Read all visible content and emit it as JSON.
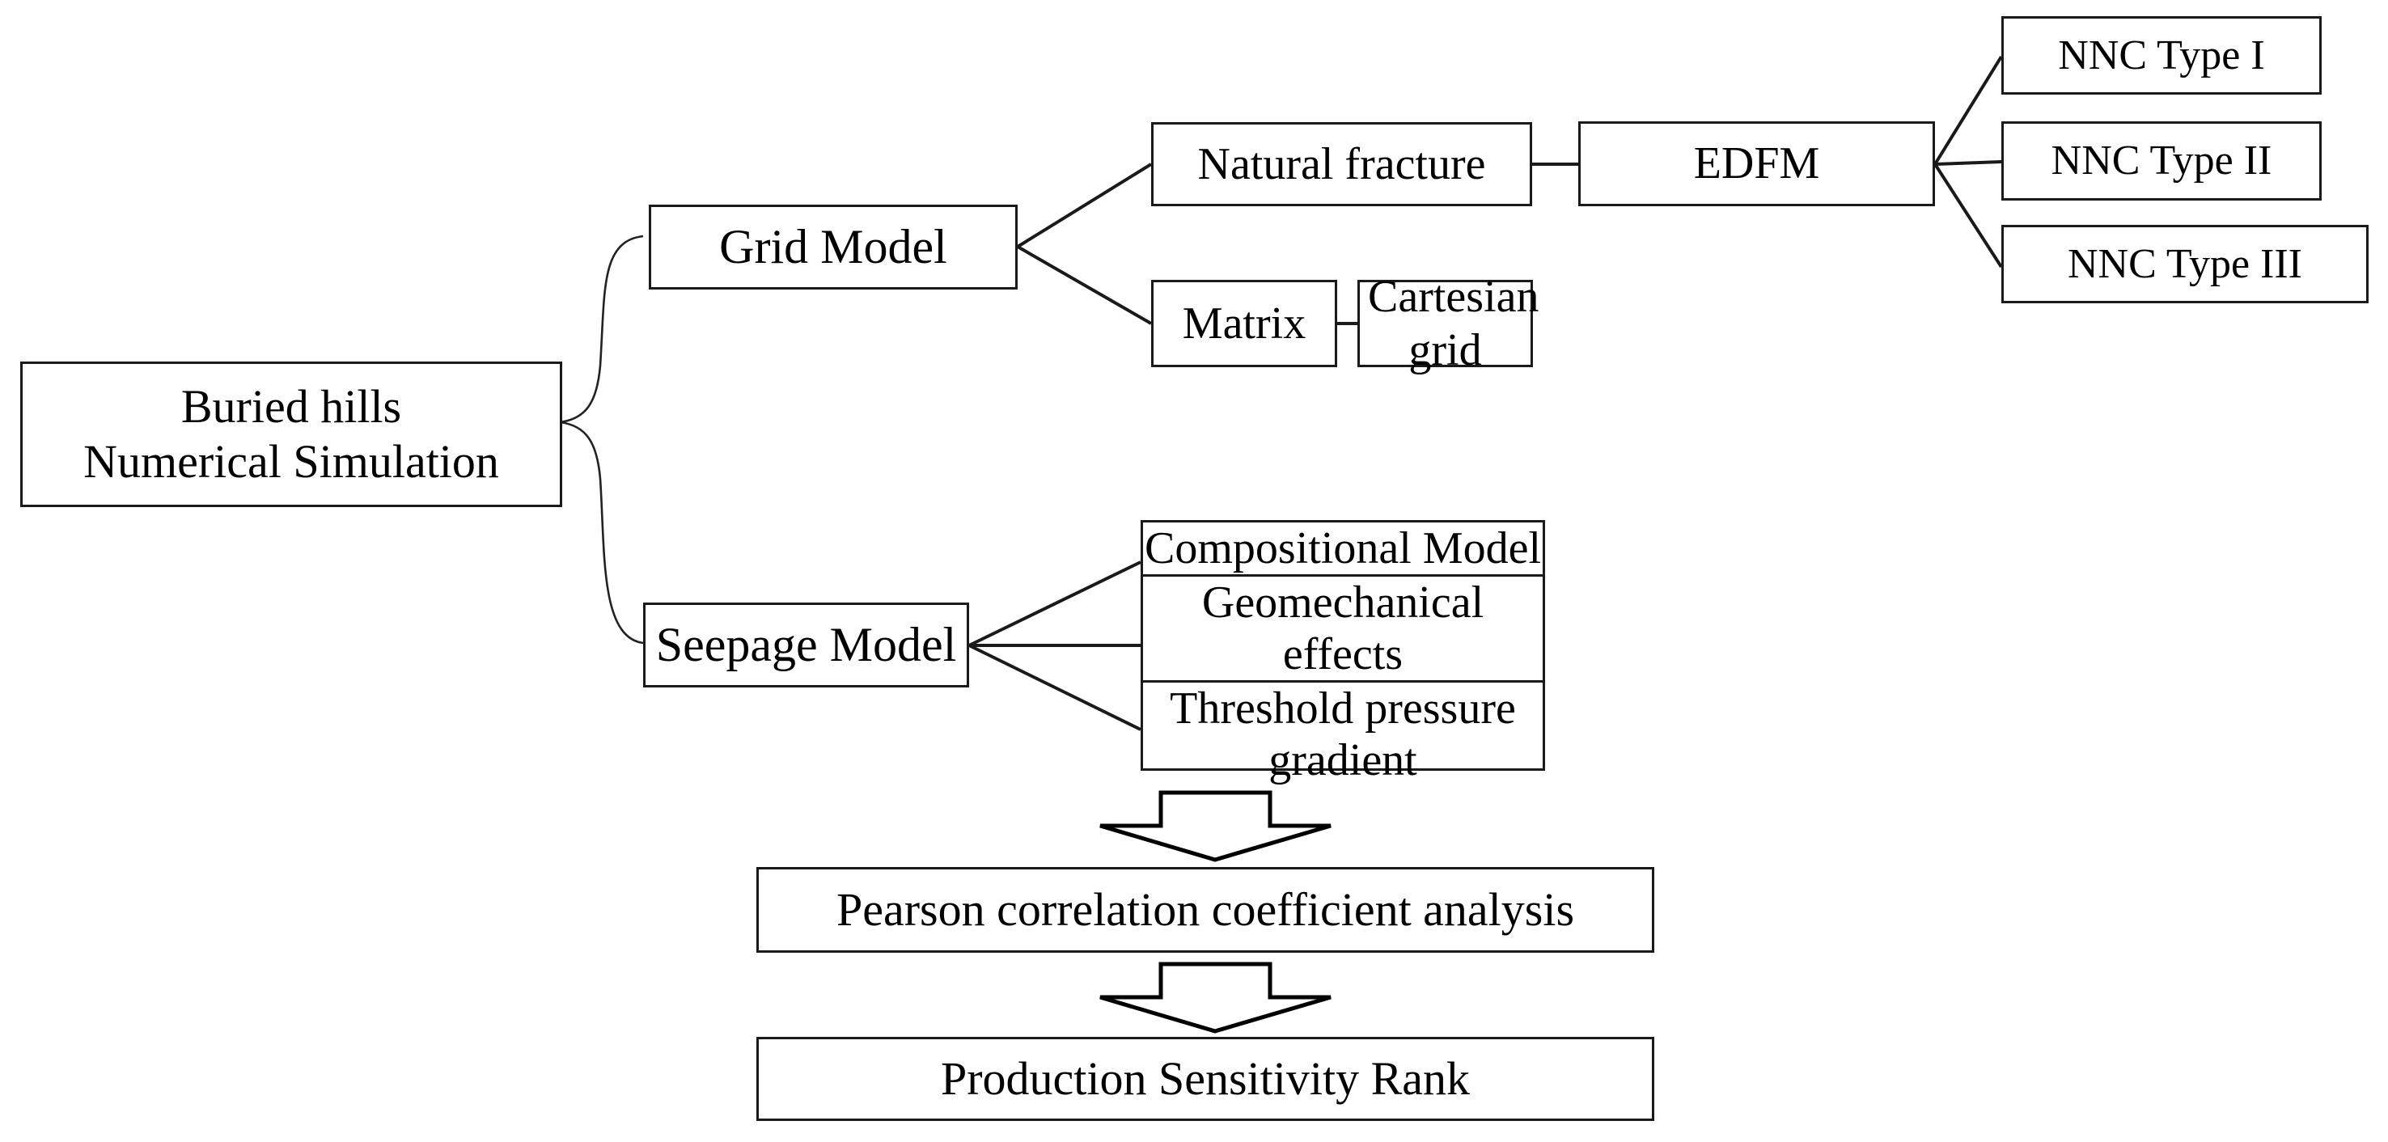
{
  "diagram": {
    "title": "Buried hills Numerical Simulation workflow",
    "colors": {
      "stroke": "#1a1a1a",
      "background": "#ffffff",
      "text": "#000000"
    },
    "root": {
      "line1": "Buried hills",
      "line2": "Numerical Simulation"
    },
    "branches": {
      "grid_model": "Grid Model",
      "seepage_model": "Seepage Model"
    },
    "grid_children": [
      {
        "label": "Natural fracture"
      },
      {
        "label": "Matrix"
      }
    ],
    "grid_methods": [
      {
        "label": "EDFM"
      },
      {
        "label": "Cartesian grid"
      }
    ],
    "nnc_types": [
      {
        "label": "NNC Type I"
      },
      {
        "label": "NNC Type II"
      },
      {
        "label": "NNC Type III"
      }
    ],
    "seepage_children": [
      {
        "label": "Compositional Model"
      },
      {
        "label": "Geomechanical effects"
      },
      {
        "label": "Threshold pressure gradient"
      }
    ],
    "flow_steps": [
      {
        "label": "Pearson correlation coefficient analysis"
      },
      {
        "label": "Production Sensitivity Rank"
      }
    ],
    "connectors": {
      "root_brace": "curly-brace",
      "arrow_down_1": "down-block-arrow",
      "arrow_down_2": "down-block-arrow"
    }
  }
}
